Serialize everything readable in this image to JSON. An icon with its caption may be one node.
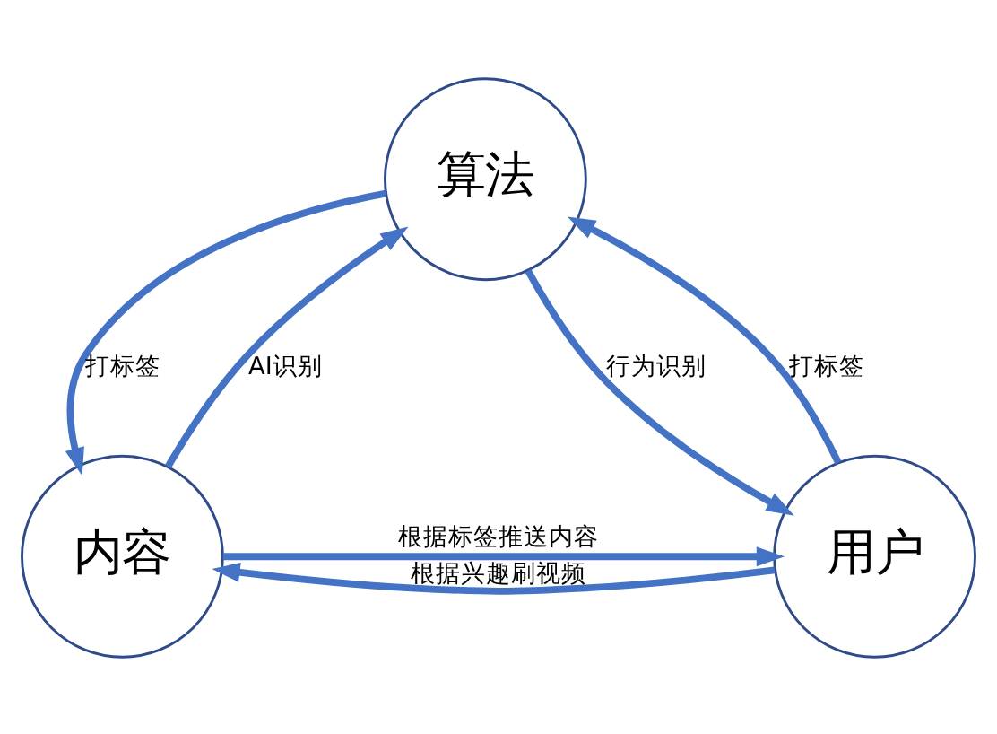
{
  "diagram": {
    "nodes": [
      {
        "text": [
          "算法"
        ]
      },
      {
        "text": [
          "内容"
        ]
      },
      {
        "text": [
          "用户"
        ]
      }
    ],
    "edges": [
      {
        "from": 1,
        "to": 0,
        "arrow": "to",
        "label": "AI识别"
      },
      {
        "from": 0,
        "to": 1,
        "arrow": "to",
        "label": "打标签"
      },
      {
        "from": 0,
        "to": 2,
        "arrow": "to",
        "label": "行为识别"
      },
      {
        "from": 2,
        "to": 0,
        "arrow": "to",
        "label": "打标签"
      },
      {
        "from": 1,
        "to": 2,
        "arrow": "to",
        "label": "根据标签推送内容"
      },
      {
        "from": 2,
        "to": 1,
        "arrow": "to",
        "label": "根据兴趣刷视频"
      }
    ]
  }
}
